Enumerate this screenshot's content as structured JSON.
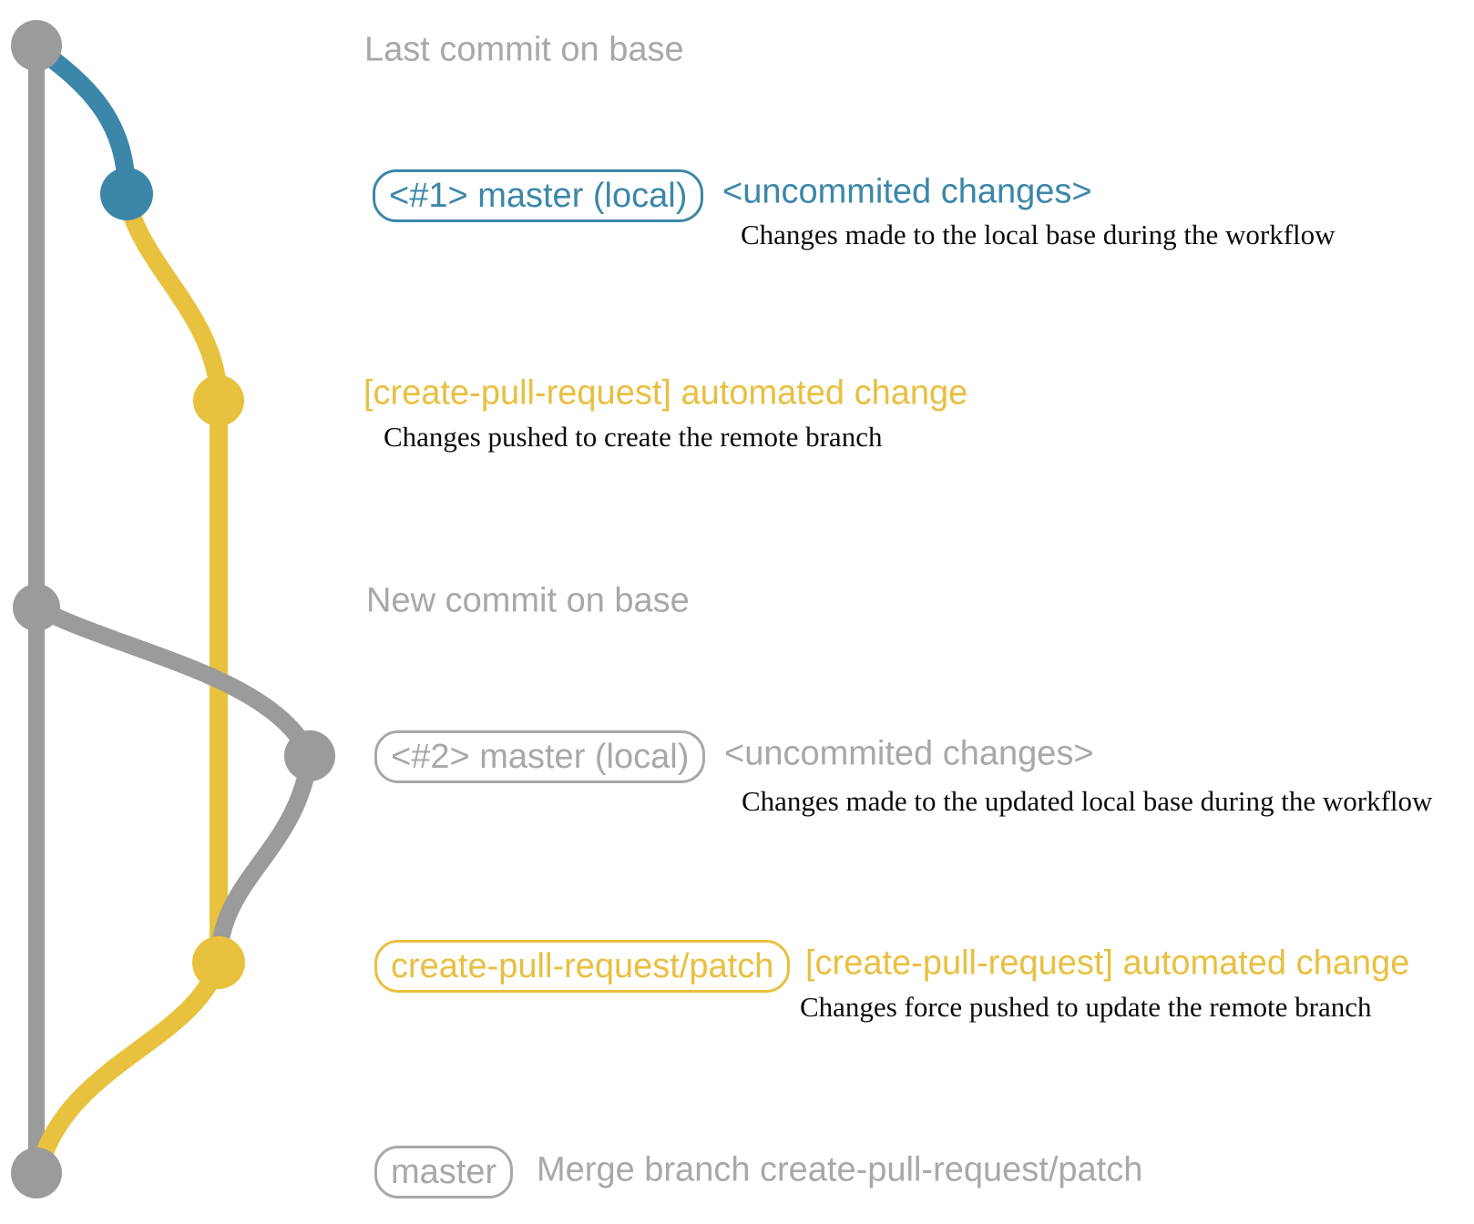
{
  "colors": {
    "blue": "#3c87a9",
    "yellow": "#e9c23f",
    "graph_gray": "#9b9b9b",
    "text_gray": "#a8a8a8",
    "description_black": "#0b0b0b"
  },
  "graph": {
    "branches": [
      {
        "name": "base-branch",
        "color_name": "gray"
      },
      {
        "name": "local-master-branch",
        "color_name": "blue"
      },
      {
        "name": "create-pull-request-patch-branch",
        "color_name": "yellow"
      }
    ],
    "commits": [
      {
        "name": "last-commit-on-base",
        "color_name": "gray"
      },
      {
        "name": "uncommited-changes-1",
        "color_name": "blue"
      },
      {
        "name": "automated-change-1",
        "color_name": "yellow"
      },
      {
        "name": "new-commit-on-base",
        "color_name": "gray"
      },
      {
        "name": "uncommited-changes-2",
        "color_name": "gray"
      },
      {
        "name": "automated-change-2",
        "color_name": "yellow"
      },
      {
        "name": "merge-commit",
        "color_name": "gray"
      }
    ]
  },
  "rows": {
    "row1": {
      "label": "Last commit on base"
    },
    "row2": {
      "badge": "<#1> master (local)",
      "title": "<uncommited changes>",
      "description": "Changes made to the local base during the workflow"
    },
    "row3": {
      "title": "[create-pull-request] automated change",
      "description": "Changes pushed to create the remote branch"
    },
    "row4": {
      "label": "New commit on base"
    },
    "row5": {
      "badge": "<#2> master (local)",
      "title": "<uncommited changes>",
      "description": "Changes made to the updated local base during the workflow"
    },
    "row6": {
      "badge": "create-pull-request/patch",
      "title": "[create-pull-request] automated change",
      "description": "Changes force pushed to update the remote branch"
    },
    "row7": {
      "badge": "master",
      "title": "Merge branch create-pull-request/patch"
    }
  }
}
